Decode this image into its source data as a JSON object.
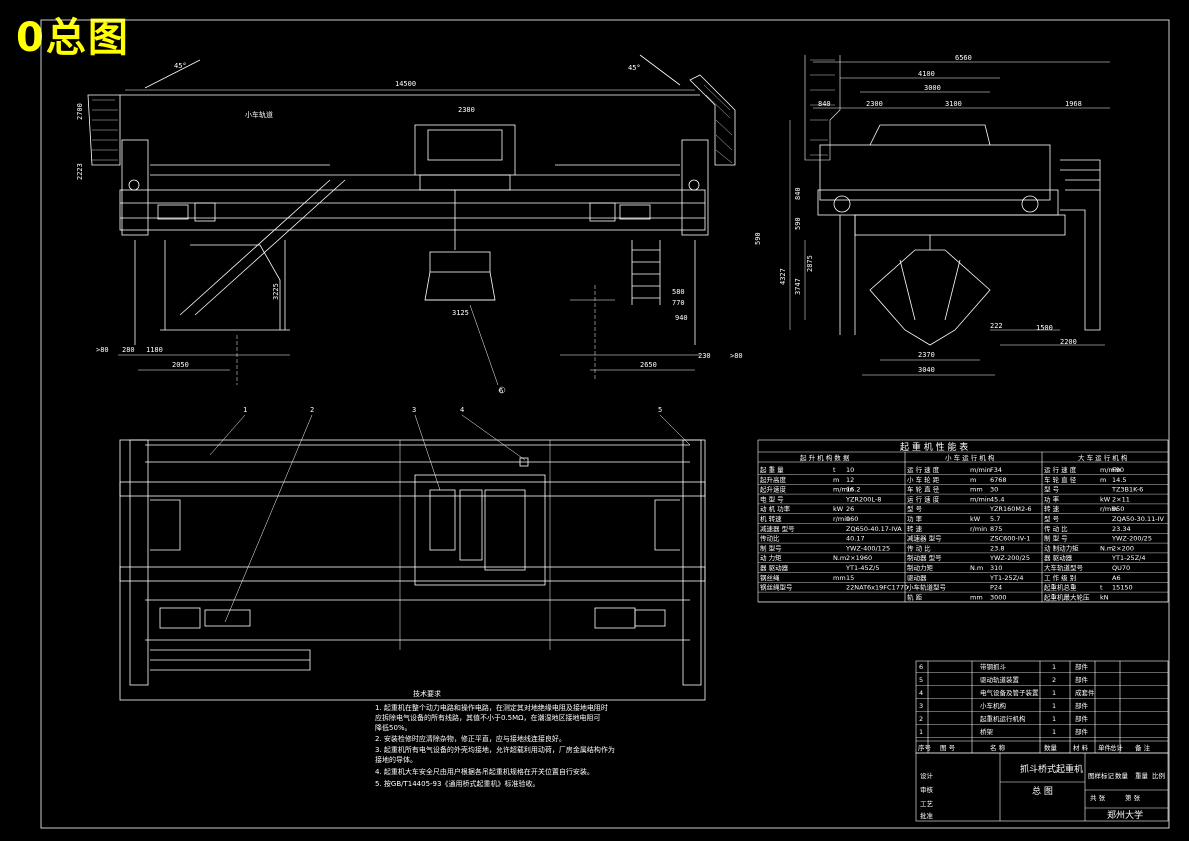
{
  "title": "0总图",
  "front_view": {
    "span": "14500",
    "trolley_width": "2380",
    "left_dim_top": "2700",
    "left_height": "2223",
    "bottom_left": [
      ">80",
      "280",
      "1180"
    ],
    "bottom_span": "2050",
    "bottom_right_span": "2650",
    "bottom_right": [
      "230",
      ">80"
    ],
    "grab_width": "3125",
    "right_mid": [
      "770",
      "580",
      "940"
    ],
    "right_height": "590",
    "ladder_height": "3225",
    "angle_left": "45°",
    "angle_right": "45°",
    "track_label": "小车轨道"
  },
  "side_view": {
    "overall": "6560",
    "inner": "4100",
    "mid": "3000",
    "left_a": "2300",
    "left_b": "3100",
    "right_a": "1968",
    "small_left": "840",
    "h1": "840",
    "h2": "590",
    "h3": "4327",
    "h4": "3747",
    "h5": "2875",
    "bottom_a": "2370",
    "bottom_b": "3040",
    "right_b": "1500",
    "right_c": "2200",
    "right_d": "222"
  },
  "plan_view": {
    "callouts": [
      "1",
      "2",
      "3",
      "4",
      "5",
      "6"
    ]
  },
  "tech_notes": {
    "heading": "技术要求",
    "items": [
      "1. 起重机在整个动力电路和操作电路，在测定其对地绝缘电阻及接地电阻时",
      "   应拆除电气设备的所有线路，其值不小于0.5MΩ，在潮湿地区接地电阻可",
      "   降低50%。",
      "2. 安装检修时应清除杂物，修正平直，应与接地线连接良好。",
      "3. 起重机所有电气设备的外壳均接地，允许超载利用动荷，厂房金属结构作为",
      "   接地的导体。",
      "4. 起重机大车安全尺由用户根据各吊起重机规格在开关位置自行安装。",
      "5. 按GB/T14405-93《通用桥式起重机》标准验收。"
    ]
  },
  "spec_table": {
    "title": "起 重 机 性 能 表",
    "headers": [
      "起 升 机 构 数 据",
      "小 车 运 行 机 构",
      "大 车 运 行 机 构"
    ],
    "rows": [
      [
        "起 重 量",
        "t",
        "10",
        "运 行 速 度",
        "m/min",
        "F34",
        "运 行 速 度",
        "m/min",
        "F90"
      ],
      [
        "起升高度",
        "m",
        "12",
        "小 车 轮 距",
        "m",
        "6768",
        "车 轮 直 径",
        "m",
        "14.5"
      ],
      [
        "起升速度",
        "m/min",
        "16.2",
        "车 轮 直 径",
        "mm",
        "30",
        "型 号",
        "",
        "TZ3B1K-6"
      ],
      [
        "电 型 号",
        "",
        "YZR200L-8",
        "运 行 速 度",
        "m/min",
        "45.4",
        "功 率",
        "kW",
        "2×11"
      ],
      [
        "动 机 功率",
        "kW",
        "26",
        "型 号",
        "",
        "YZR160M2-6",
        "转 速",
        "r/min",
        "950"
      ],
      [
        "机 转速",
        "r/min",
        "960",
        "功 率",
        "kW",
        "5.7",
        "型 号",
        "",
        "ZQA50-30.11-IV"
      ],
      [
        "减速器 型号",
        "",
        "ZQ650-40.17-IVA",
        "转 速",
        "r/min",
        "875",
        "传 动 比",
        "",
        "23.34"
      ],
      [
        "传动比",
        "",
        "40.17",
        "减速器 型号",
        "",
        "ZSC600-IV-1",
        "制 型 号",
        "",
        "YWZ-200/25"
      ],
      [
        "制 型号",
        "",
        "YWZ-400/125",
        "传 动 比",
        "",
        "23.8",
        "动 制动力矩",
        "N.m",
        "2×200"
      ],
      [
        "动 力矩",
        "N.m",
        "2×1960",
        "制动器 型号",
        "",
        "YWZ-200/25",
        "器 驱动器",
        "",
        "YT1-25Z/4"
      ],
      [
        "器 驱动器",
        "",
        "YT1-45Z/5",
        "制动力矩",
        "N.m",
        "310",
        "大车轨道型号",
        "",
        "QU70"
      ],
      [
        "钢丝绳",
        "mm",
        "15",
        "驱动器",
        "",
        "YT1-25Z/4",
        "工 作 级 别",
        "",
        "A6"
      ],
      [
        "钢丝绳型号",
        "",
        "22NAT6x19FC1770",
        "小车轨道型号",
        "",
        "P24",
        "起重机总重",
        "t",
        "15150"
      ],
      [
        "",
        "",
        "",
        "轨 距",
        "mm",
        "3000",
        "起重机最大轮压",
        "kN",
        ""
      ]
    ]
  },
  "bom": {
    "rows": [
      [
        "6",
        "",
        "带钢抓斗",
        "1",
        "部件"
      ],
      [
        "5",
        "",
        "驱动轨道装置",
        "2",
        "部件"
      ],
      [
        "4",
        "",
        "电气设备及管子装置",
        "1",
        "成套件"
      ],
      [
        "3",
        "",
        "小车机构",
        "1",
        "部件"
      ],
      [
        "2",
        "",
        "起重机运行机构",
        "1",
        "部件"
      ],
      [
        "1",
        "",
        "桥架",
        "1",
        "部件"
      ]
    ],
    "header": [
      "序号",
      "图 号",
      "名 称",
      "数量",
      "材 料",
      "单件",
      "总计",
      "备 注"
    ],
    "title_block": {
      "name": "抓斗桥式起重机",
      "sheet": "总 图",
      "school": "郑州大学",
      "fields": [
        "设计",
        "审核",
        "工艺",
        "批准",
        "图样标记",
        "数量",
        "重量",
        "比例",
        "共 张",
        "第 张"
      ]
    }
  },
  "colors": {
    "background": "#000000",
    "line": "#ffffff",
    "title": "#ffff00"
  }
}
